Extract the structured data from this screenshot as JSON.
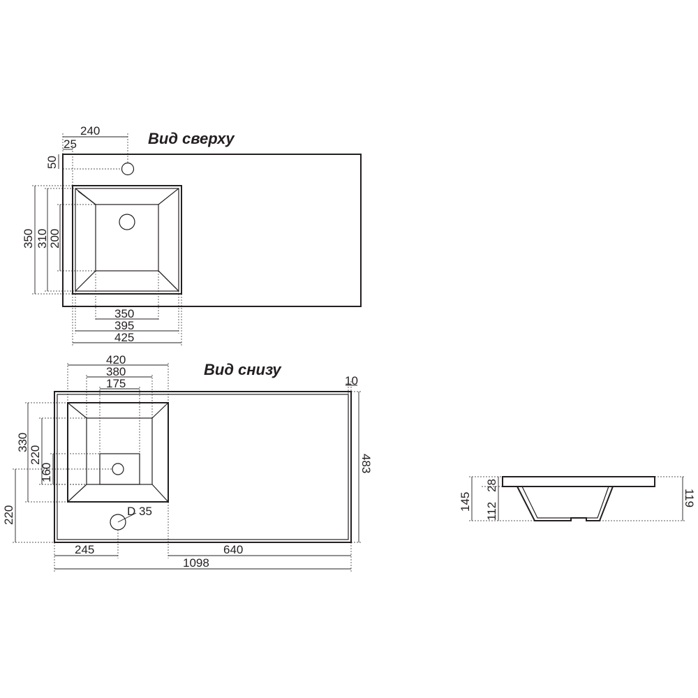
{
  "views": {
    "top": {
      "title": "Вид сверху",
      "dims": {
        "tap_x": "240",
        "edge_x": "25",
        "tap_y": "50",
        "bowl_outer_h": "350",
        "bowl_mid_h": "310",
        "bowl_inner_h": "200",
        "bowl_inner_w": "350",
        "bowl_mid_w": "395",
        "bowl_outer_w": "425"
      }
    },
    "bottom": {
      "title": "Вид снизу",
      "dims": {
        "bowl_outer_w": "420",
        "bowl_mid_w": "380",
        "drain_w": "175",
        "rim": "10",
        "bowl_h": "330",
        "bowl_mid_h": "220",
        "drain_h": "160",
        "hole_y": "220",
        "depth": "483",
        "hole_d": "D 35",
        "hole_x": "245",
        "right_len": "640",
        "total_len": "1098"
      }
    },
    "side": {
      "dims": {
        "total_h": "145",
        "top_h": "28",
        "bowl_h": "112",
        "right_h": "119"
      }
    }
  }
}
